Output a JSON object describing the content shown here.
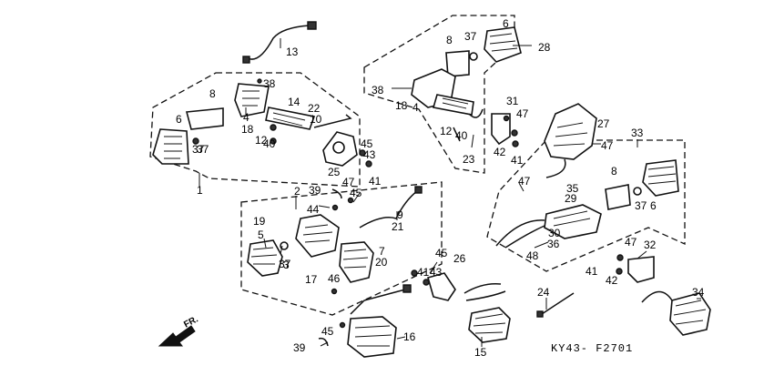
{
  "diagram": {
    "diagram_code": "KY43- F2701",
    "direction_label": "FR.",
    "part_numbers": [
      "1",
      "2",
      "3",
      "4",
      "4",
      "5",
      "6",
      "6",
      "6",
      "7",
      "8",
      "8",
      "8",
      "9",
      "10",
      "12",
      "12",
      "13",
      "14",
      "15",
      "16",
      "17",
      "18",
      "18",
      "19",
      "20",
      "21",
      "22",
      "23",
      "24",
      "25",
      "26",
      "27",
      "28",
      "29",
      "30",
      "31",
      "32",
      "33",
      "34",
      "35",
      "36",
      "37",
      "37",
      "37",
      "37",
      "37",
      "38",
      "38",
      "39",
      "39",
      "40",
      "40",
      "41",
      "41",
      "41",
      "41",
      "42",
      "42",
      "43",
      "43",
      "44",
      "45",
      "45",
      "45",
      "45",
      "46",
      "47",
      "47",
      "47",
      "47",
      "47",
      "48"
    ]
  }
}
